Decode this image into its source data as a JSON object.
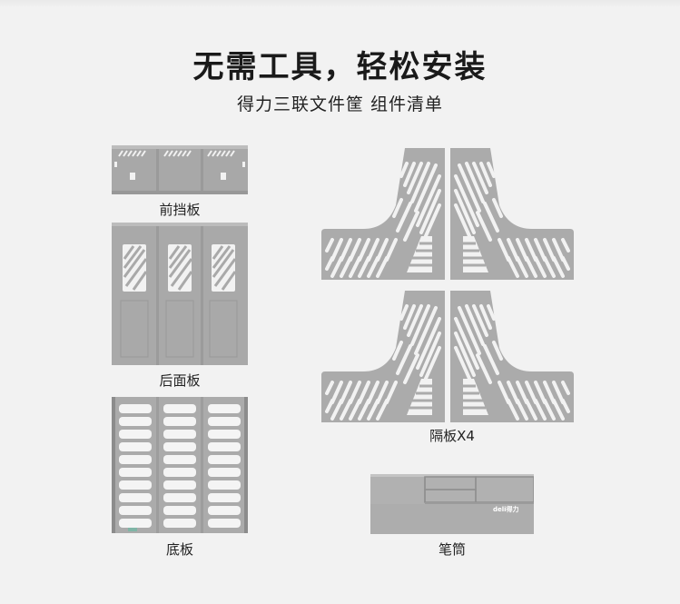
{
  "header": {
    "title": "无需工具，轻松安装",
    "subtitle": "得力三联文件筐 组件清单"
  },
  "parts": {
    "front_panel": "前挡板",
    "back_panel": "后面板",
    "base_panel": "底板",
    "dividers": "隔板X4",
    "pen_holder": "笔筒"
  },
  "brand": "deli得力",
  "colors": {
    "background": "#f2f2f2",
    "plastic": "#a9a9a9",
    "plastic_dark": "#8c8c8c"
  }
}
